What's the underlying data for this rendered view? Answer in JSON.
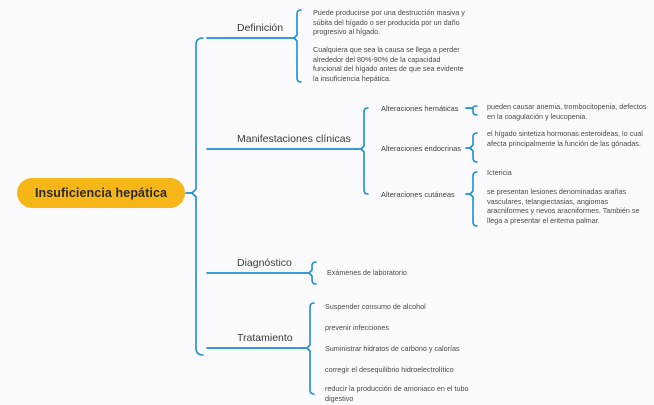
{
  "colors": {
    "root_fill": "#F7B617",
    "branch_line": "#1D8FD1",
    "background": "#FAFAFF",
    "text_dark": "#2B2B2B",
    "text_body": "#4A4A4A"
  },
  "root": {
    "label": "Insuficiencia hepática"
  },
  "branches": [
    {
      "label": "Definición",
      "leaves": [
        "Puede producirse por una destrucción masiva y súbita del hígado o ser producida por un daño progresivo al hígado.",
        "Cualquiera que sea la causa se llega a perder alrededor del 80%-90% de la capacidad funcional del hígado antes de que sea evidente la insuficiencia hepática."
      ]
    },
    {
      "label": "Manifestaciones clínicas",
      "subbranches": [
        {
          "label": "Alteraciones hemáticas",
          "leaves": [
            "pueden causar anemia, trombocitopenia, defectos en la coagulación y leucopenia."
          ]
        },
        {
          "label": "Alteraciones endocrinas",
          "leaves": [
            "el hígado sintetiza hormonas esteroideas, lo cual afecta principalmente la función de las gónadas."
          ]
        },
        {
          "label": "Alteraciones cutáneas",
          "leaves": [
            "Ictericia",
            "se presentan lesiones denominadas arañas vasculares, telangiectasias, angiomas aracniformes y nevos aracniformes. También se llega a presentar el eritema palmar."
          ]
        }
      ]
    },
    {
      "label": "Diagnóstico",
      "leaves": [
        "Exámenes de laboratorio"
      ]
    },
    {
      "label": "Tratamiento",
      "leaves": [
        "Suspender consumo de alcohol",
        "prevenir infecciones",
        "Suministrar hidratos de carbono y calorías",
        "corregir el desequilibrio hidroelectrolítico",
        "reducir la producción de amoniaco en el tubo digestivo"
      ]
    }
  ]
}
